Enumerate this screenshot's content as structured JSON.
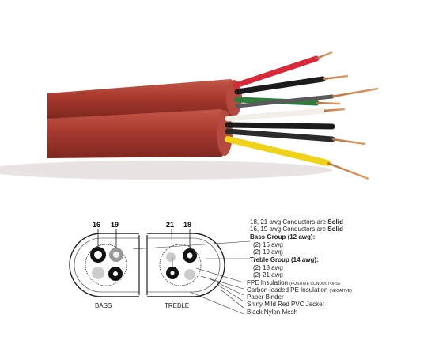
{
  "photo": {
    "jacket_color": "#a8392e",
    "wire_colors": [
      "#d8293a",
      "#1b1b1b",
      "#2e7d3b",
      "#f2efe6",
      "#1b1b1b",
      "#2b2b2b",
      "#f1d21a"
    ],
    "copper_color": "#d4874e"
  },
  "diagram": {
    "left_label": "BASS",
    "right_label": "TREBLE",
    "bass_numbers": [
      "16",
      "19"
    ],
    "treble_numbers": [
      "21",
      "18"
    ],
    "lines": [
      {
        "text": "18, 21 awg Conductors are ",
        "bold": "Solid",
        "small": ""
      },
      {
        "text": "16, 19 awg Conductors are ",
        "bold": "Solid",
        "small": ""
      },
      {
        "text": "",
        "bold": "Bass Group (12 awg):",
        "small": ""
      },
      {
        "text": "(2) 16 awg",
        "bold": "",
        "small": ""
      },
      {
        "text": "(2) 19 awg",
        "bold": "",
        "small": ""
      },
      {
        "text": "",
        "bold": "Treble Group (14 awg):",
        "small": ""
      },
      {
        "text": "(2) 18 awg",
        "bold": "",
        "small": ""
      },
      {
        "text": "(2) 21 awg",
        "bold": "",
        "small": ""
      },
      {
        "text": "FPE Insulation ",
        "bold": "",
        "small": "(POSITIVE CONDUCTORS)"
      },
      {
        "text": "Carbon-loaded PE Insulation ",
        "bold": "",
        "small": "(NEGATIVE)"
      },
      {
        "text": "Paper Binder",
        "bold": "",
        "small": ""
      },
      {
        "text": "Shiny Mild Red PVC Jacket",
        "bold": "",
        "small": ""
      },
      {
        "text": "Black Nylon Mesh",
        "bold": "",
        "small": ""
      }
    ]
  }
}
